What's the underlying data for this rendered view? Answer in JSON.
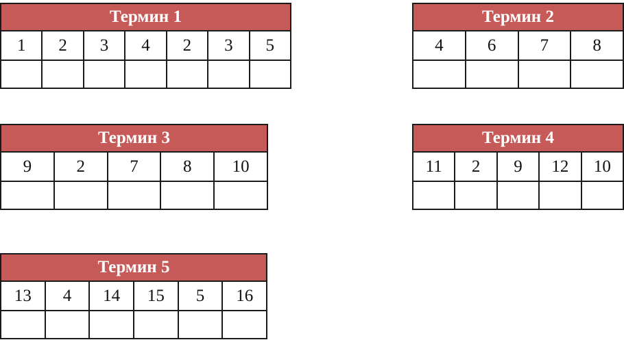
{
  "colors": {
    "header_bg": "#c55a58",
    "header_text": "#ffffff",
    "border": "#1a1a1a"
  },
  "terms": [
    {
      "title": "Термин 1",
      "numbers": [
        "1",
        "2",
        "3",
        "4",
        "2",
        "3",
        "5"
      ],
      "answers": [
        "",
        "",
        "",
        "",
        "",
        "",
        ""
      ]
    },
    {
      "title": "Термин 2",
      "numbers": [
        "4",
        "6",
        "7",
        "8"
      ],
      "answers": [
        "",
        "",
        "",
        ""
      ]
    },
    {
      "title": "Термин 3",
      "numbers": [
        "9",
        "2",
        "7",
        "8",
        "10"
      ],
      "answers": [
        "",
        "",
        "",
        "",
        ""
      ]
    },
    {
      "title": "Термин 4",
      "numbers": [
        "11",
        "2",
        "9",
        "12",
        "10"
      ],
      "answers": [
        "",
        "",
        "",
        "",
        ""
      ]
    },
    {
      "title": "Термин 5",
      "numbers": [
        "13",
        "4",
        "14",
        "15",
        "5",
        "16"
      ],
      "answers": [
        "",
        "",
        "",
        "",
        "",
        ""
      ]
    }
  ]
}
